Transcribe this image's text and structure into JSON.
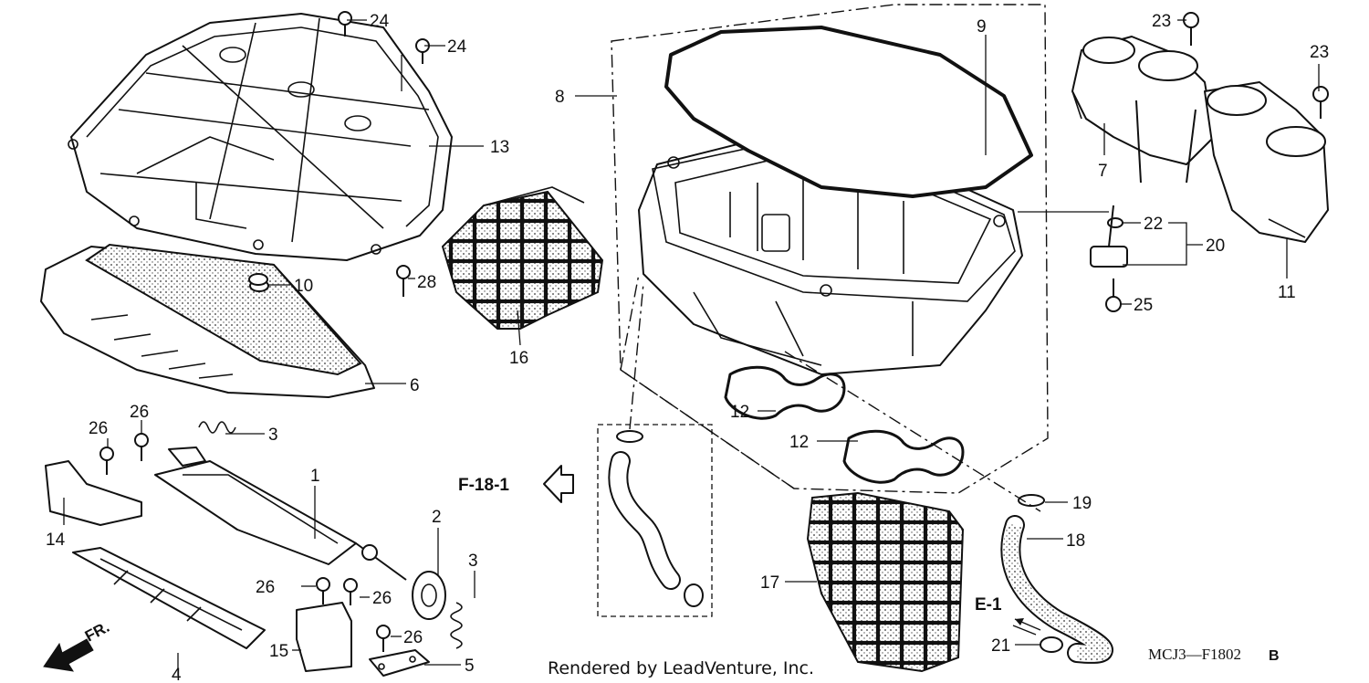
{
  "callouts": [
    {
      "id": "c24a",
      "text": "24"
    },
    {
      "id": "c24b",
      "text": "24"
    },
    {
      "id": "c13",
      "text": "13"
    },
    {
      "id": "c10",
      "text": "10"
    },
    {
      "id": "c28",
      "text": "28"
    },
    {
      "id": "c6",
      "text": "6"
    },
    {
      "id": "c16",
      "text": "16"
    },
    {
      "id": "c8",
      "text": "8"
    },
    {
      "id": "c9",
      "text": "9"
    },
    {
      "id": "c23a",
      "text": "23"
    },
    {
      "id": "c23b",
      "text": "23"
    },
    {
      "id": "c7",
      "text": "7"
    },
    {
      "id": "c22",
      "text": "22"
    },
    {
      "id": "c20",
      "text": "20"
    },
    {
      "id": "c11",
      "text": "11"
    },
    {
      "id": "c25",
      "text": "25"
    },
    {
      "id": "c12a",
      "text": "12"
    },
    {
      "id": "c12b",
      "text": "12"
    },
    {
      "id": "c19",
      "text": "19"
    },
    {
      "id": "c18",
      "text": "18"
    },
    {
      "id": "c17",
      "text": "17"
    },
    {
      "id": "c21",
      "text": "21"
    },
    {
      "id": "c3a",
      "text": "3"
    },
    {
      "id": "c26a",
      "text": "26"
    },
    {
      "id": "c26b",
      "text": "26"
    },
    {
      "id": "c1",
      "text": "1"
    },
    {
      "id": "c14",
      "text": "14"
    },
    {
      "id": "c2",
      "text": "2"
    },
    {
      "id": "c3b",
      "text": "3"
    },
    {
      "id": "c26c",
      "text": "26"
    },
    {
      "id": "c26d",
      "text": "26"
    },
    {
      "id": "c26e",
      "text": "26"
    },
    {
      "id": "c15",
      "text": "15"
    },
    {
      "id": "c5",
      "text": "5"
    },
    {
      "id": "c4",
      "text": "4"
    }
  ],
  "references": {
    "f18": "F-18-1",
    "e1": "E-1",
    "front": "FR."
  },
  "footer": {
    "credit": "Rendered by LeadVenture, Inc.",
    "diagram_code": "MCJ3—F1802",
    "diagram_suffix": "B"
  }
}
